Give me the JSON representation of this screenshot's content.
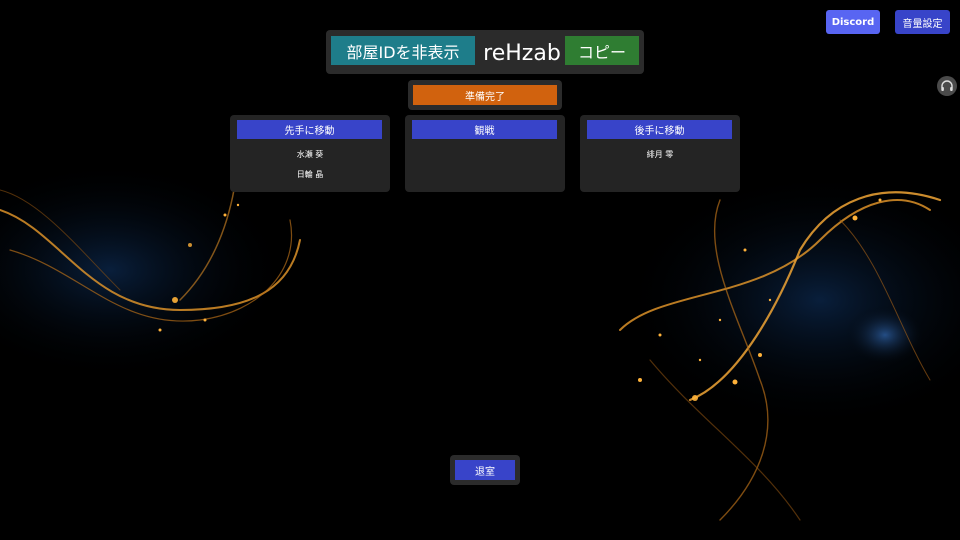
{
  "header": {
    "discord_label": "Discord",
    "volume_label": "音量設定",
    "headphone_icon": "headphone-icon"
  },
  "room": {
    "hide_id_label": "部屋IDを非表示",
    "room_id": "reHzab",
    "copy_label": "コピー"
  },
  "ready": {
    "label": "準備完了"
  },
  "panels": {
    "first": {
      "button_label": "先手に移動",
      "players": [
        "水瀬 葵",
        "日輪 晶"
      ]
    },
    "spectate": {
      "button_label": "観戦",
      "players": []
    },
    "second": {
      "button_label": "後手に移動",
      "players": [
        "緋月 零"
      ]
    }
  },
  "exit": {
    "label": "退室"
  },
  "colors": {
    "discord": "#5865f2",
    "primary": "#3844c9",
    "ready": "#d1620e",
    "hide_id": "#1e7d8a",
    "copy": "#2f7d32",
    "panel_bg": "#242424"
  }
}
